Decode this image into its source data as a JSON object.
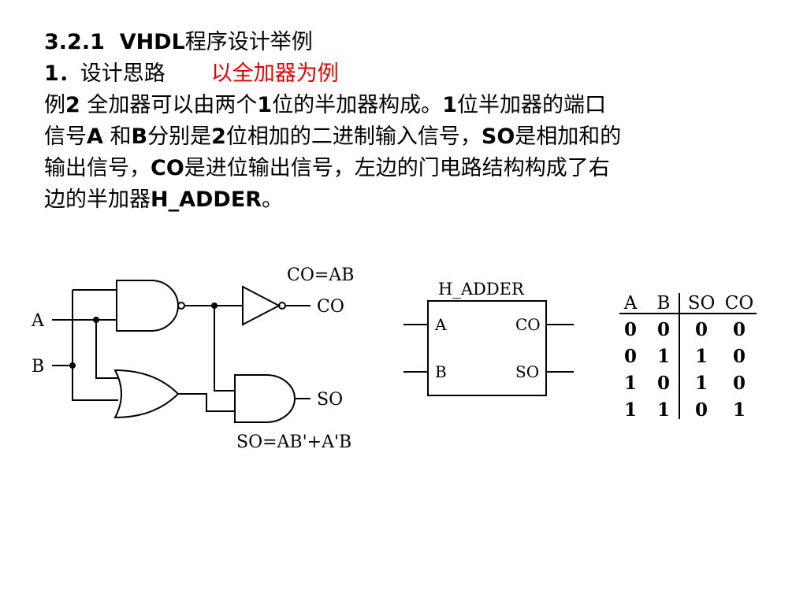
{
  "heading": {
    "num": "3.2.1",
    "title_latin": "VHDL",
    "title_rest": "程序设计举例"
  },
  "subheading": {
    "num": "1．",
    "label": "设计思路",
    "note": "以全加器为例"
  },
  "paragraph": {
    "p1": "例",
    "p2": "2",
    "p3": " 全加器可以由两个",
    "p4": "1",
    "p5": "位的半加器构成。",
    "p6": "1",
    "p7": "位半加器的端口",
    "p8": "信号",
    "p9": "A",
    "p10": " 和",
    "p11": "B",
    "p12": "分别是",
    "p13": "2",
    "p14": "位相加的二进制输入信号，",
    "p15": "SO",
    "p16": "是相加和的",
    "p17": "输出信号，",
    "p18": "CO",
    "p19": "是进位输出信号，左边的门电路结构构成了右",
    "p20": "边的半加器",
    "p21": "H_ADDER",
    "p22": "。"
  },
  "circuit": {
    "input_a": "A",
    "input_b": "B",
    "co_equation": "CO=AB",
    "co_label": "CO",
    "so_label": "SO",
    "so_equation": "SO=AB'+A'B"
  },
  "block": {
    "title": "H_ADDER",
    "port_a": "A",
    "port_b": "B",
    "port_co": "CO",
    "port_so": "SO"
  },
  "truth_table": {
    "headers": [
      "A",
      "B",
      "SO",
      "CO"
    ],
    "rows": [
      [
        "0",
        "0",
        "0",
        "0"
      ],
      [
        "0",
        "1",
        "1",
        "0"
      ],
      [
        "1",
        "0",
        "1",
        "0"
      ],
      [
        "1",
        "1",
        "0",
        "1"
      ]
    ]
  }
}
